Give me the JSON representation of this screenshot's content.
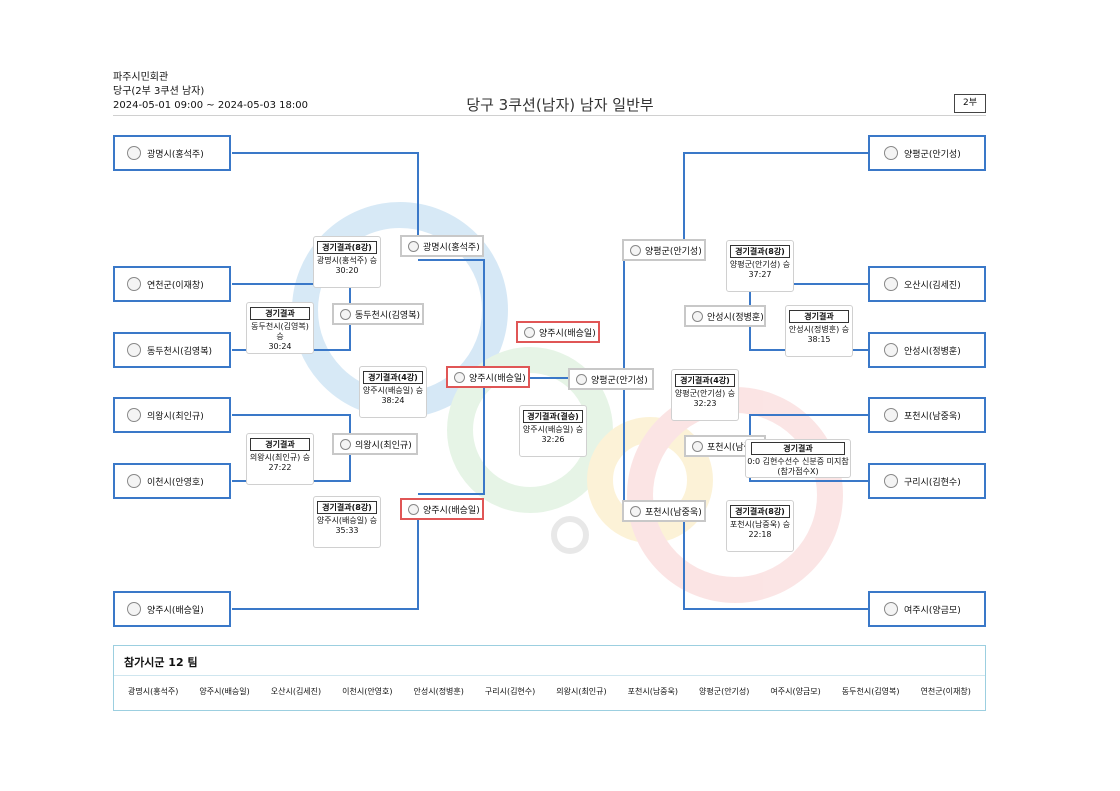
{
  "header": {
    "venue": "파주시민회관",
    "category": "당구(2부 3쿠션 남자)",
    "period": "2024-05-01 09:00 ~ 2024-05-03 18:00",
    "title": "당구 3쿠션(남자) 남자 일반부",
    "badge": "2부"
  },
  "colors": {
    "team_border": "#3a78c8",
    "line": "#3a78c8",
    "winner_border": "#e05656",
    "slot_border": "#c8c8c8"
  },
  "left_teams": [
    "광명시(홍석주)",
    "연천군(이재창)",
    "동두천시(김영복)",
    "의왕시(최인규)",
    "이천시(안영호)",
    "양주시(배승일)"
  ],
  "right_teams": [
    "양평군(안기성)",
    "오산시(김세진)",
    "안성시(정병훈)",
    "포천시(남중욱)",
    "구리시(김현수)",
    "여주시(양금모)"
  ],
  "slots": {
    "l_r1_a": "동두천시(김영복)",
    "l_r1_b": "의왕시(최인규)",
    "l_qf_a": "광명시(홍석주)",
    "l_qf_b": "양주시(배승일)",
    "l_sf": "양주시(배승일)",
    "final": "양평군(안기성)",
    "champion": "양주시(배승일)",
    "r_r1_a": "안성시(정병훈)",
    "r_r1_b": "포천시(남중욱)",
    "r_qf_a": "양평군(안기성)",
    "r_qf_b": "포천시(남중욱)"
  },
  "results": {
    "l_qf_a": {
      "title": "경기결과(8강)",
      "winner": "광명시(홍석주) 승",
      "score": "30:20"
    },
    "l_r1_a": {
      "title": "경기결과",
      "winner": "동두천시(김영복) 승",
      "score": "30:24"
    },
    "l_sf": {
      "title": "경기결과(4강)",
      "winner": "양주시(배승일) 승",
      "score": "38:24"
    },
    "l_r1_b": {
      "title": "경기결과",
      "winner": "의왕시(최인규) 승",
      "score": "27:22"
    },
    "l_qf_b": {
      "title": "경기결과(8강)",
      "winner": "양주시(배승일) 승",
      "score": "35:33"
    },
    "final": {
      "title": "경기결과(결승)",
      "winner": "양주시(배승일) 승",
      "score": "32:26"
    },
    "r_qf_a": {
      "title": "경기결과(8강)",
      "winner": "양평군(안기성) 승",
      "score": "37:27"
    },
    "r_r1_a": {
      "title": "경기결과",
      "winner": "안성시(정병훈) 승",
      "score": "38:15"
    },
    "r_sf": {
      "title": "경기결과(4강)",
      "winner": "양평군(안기성) 승",
      "score": "32:23"
    },
    "r_qf_b": {
      "title": "경기결과(8강)",
      "winner": "포천시(남중욱) 승",
      "score": "22:18"
    }
  },
  "note": {
    "title": "경기결과",
    "line1": "0:0 김현수선수 신분증 미지참",
    "line2": "(참가점수X)"
  },
  "participants": {
    "title": "참가시군 12 팀",
    "items": [
      "광명시(홍석주)",
      "양주시(배승일)",
      "오산시(김세진)",
      "이천시(안영호)",
      "안성시(정병훈)",
      "구리시(김현수)",
      "의왕시(최인규)",
      "포천시(남중욱)",
      "양평군(안기성)",
      "여주시(양금모)",
      "동두천시(김영복)",
      "연천군(이재창)"
    ]
  }
}
